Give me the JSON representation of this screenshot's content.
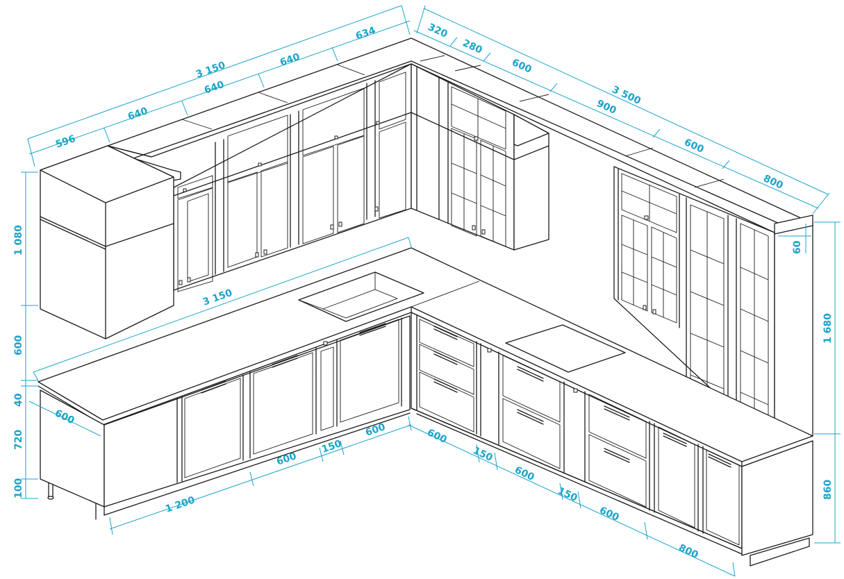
{
  "colors": {
    "line": "#1a1a1a",
    "dimension": "#1ba3c9",
    "background": "#ffffff"
  },
  "dimensions": {
    "top_left_total": "3 150",
    "top_left_596": "596",
    "top_left_640a": "640",
    "top_left_640b": "640",
    "top_left_640c": "640",
    "top_left_634": "634",
    "top_right_320": "320",
    "top_right_280": "280",
    "top_right_600a": "600",
    "top_right_total": "3 500",
    "top_right_900": "900",
    "top_right_600b": "600",
    "top_right_800": "800",
    "left_height_1080": "1 080",
    "left_height_600": "600",
    "left_height_40": "40",
    "left_height_720": "720",
    "left_height_100": "100",
    "right_height_60": "60",
    "right_height_1680": "1 680",
    "right_height_860": "860",
    "counter_length_3150": "3 150",
    "counter_depth_600": "600",
    "bottom_left_1200": "1 200",
    "bottom_left_600a": "600",
    "bottom_left_150": "150",
    "bottom_left_600b": "600",
    "bottom_right_600a": "600",
    "bottom_right_150a": "150",
    "bottom_right_600b": "600",
    "bottom_right_150b": "150",
    "bottom_right_600c": "600",
    "bottom_right_800": "800"
  }
}
